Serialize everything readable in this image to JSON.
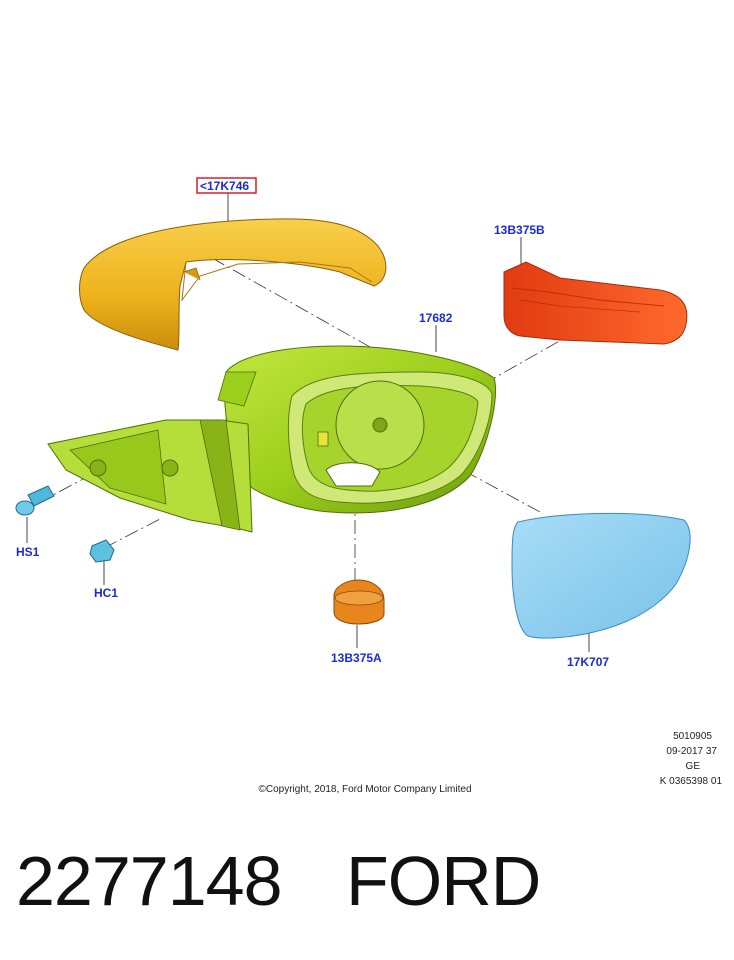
{
  "callouts": {
    "cap": "<17K746",
    "signal_lamp": "13B375B",
    "housing": "17682",
    "screw": "HS1",
    "clip": "HC1",
    "puddle_lamp": "13B375A",
    "glass": "17K707"
  },
  "drawing_info": {
    "line1": "5010905",
    "line2": "09-2017 37",
    "line3": "GE",
    "line4": "K 0365398 01"
  },
  "copyright": "©Copyright, 2018, Ford Motor Company Limited",
  "footer": {
    "part_number": "2277148",
    "brand": "FORD"
  },
  "colors": {
    "callout_text": "#1a2bd6",
    "cap": "#f0b020",
    "housing": "#9ccf1c",
    "signal_lamp": "#f24a1a",
    "puddle_lamp": "#e8861c",
    "glass": "#8fd0f0",
    "screw": "#4fb8dc",
    "highlight_box": "#d81e2a"
  }
}
